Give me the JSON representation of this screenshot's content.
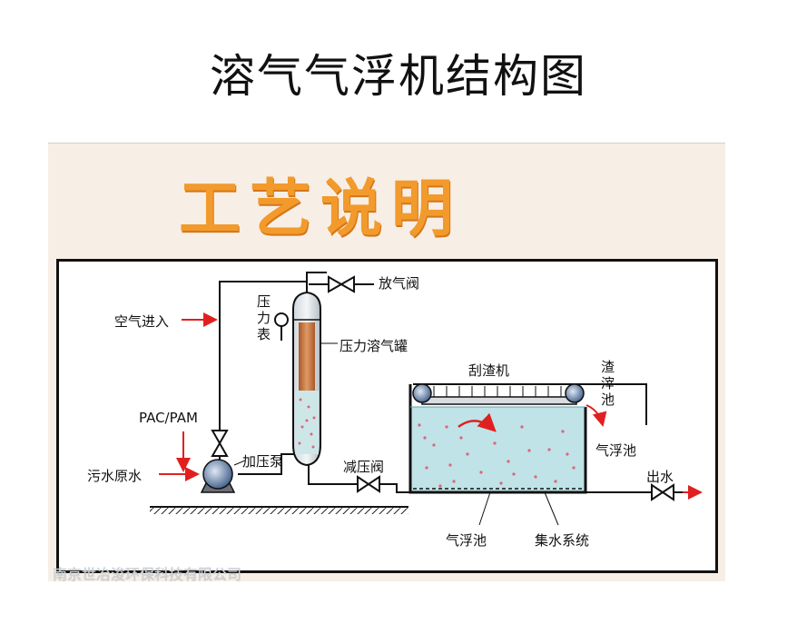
{
  "page_title": "溶气气浮机结构图",
  "panel_title": "工艺说明",
  "labels": {
    "vent_valve": "放气阀",
    "pressure_gauge": "压力表",
    "dissolved_air_tank": "压力溶气罐",
    "air_inlet": "空气进入",
    "pac_pam": "PAC/PAM",
    "raw_sewage": "污水原水",
    "booster_pump": "加压泵",
    "relief_valve": "减压阀",
    "scraper": "刮渣机",
    "scum_tank": "渣滓池",
    "flotation_tank_right": "气浮池",
    "water_outlet": "出水",
    "flotation_tank_bottom": "气浮池",
    "collection_system": "集水系统"
  },
  "watermark": "南京世冶浚环保科技有限公司",
  "colors": {
    "title_orange": "#f29a2b",
    "water": "#bfe3e6",
    "bubbles": "#e0637a",
    "tank_rod": "#c8733a",
    "arrow_red": "#e02020"
  }
}
